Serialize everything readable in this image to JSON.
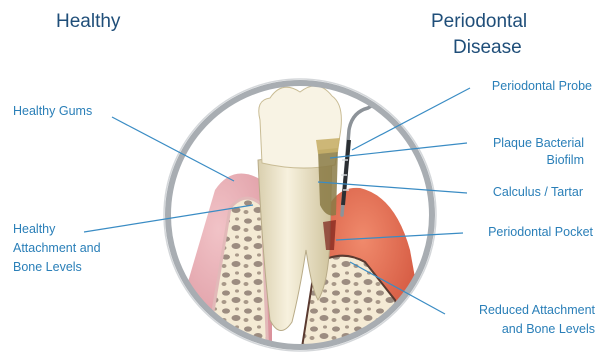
{
  "headings": {
    "left": "Healthy",
    "right_line1": "Periodontal",
    "right_line2": "Disease"
  },
  "labels": {
    "healthy_gums": "Healthy Gums",
    "healthy_attachment_1": "Healthy",
    "healthy_attachment_2": "Attachment and",
    "healthy_attachment_3": "Bone Levels",
    "probe": "Periodontal Probe",
    "plaque_1": "Plaque Bacterial",
    "plaque_2": "Biofilm",
    "calculus": "Calculus / Tartar",
    "pocket": "Periodontal Pocket",
    "reduced_1": "Reduced Attachment",
    "reduced_2": "and Bone Levels"
  },
  "colors": {
    "heading": "#1f4e79",
    "label": "#2a7fb8",
    "leader_line": "#3a8cc4",
    "ring": "#a8adb2",
    "gum_healthy": "#e7a7ae",
    "gum_inflamed": "#e05a40",
    "bone": "#f3e9d2",
    "tooth": "#efe7cf",
    "calculus": "#8a7a45"
  }
}
